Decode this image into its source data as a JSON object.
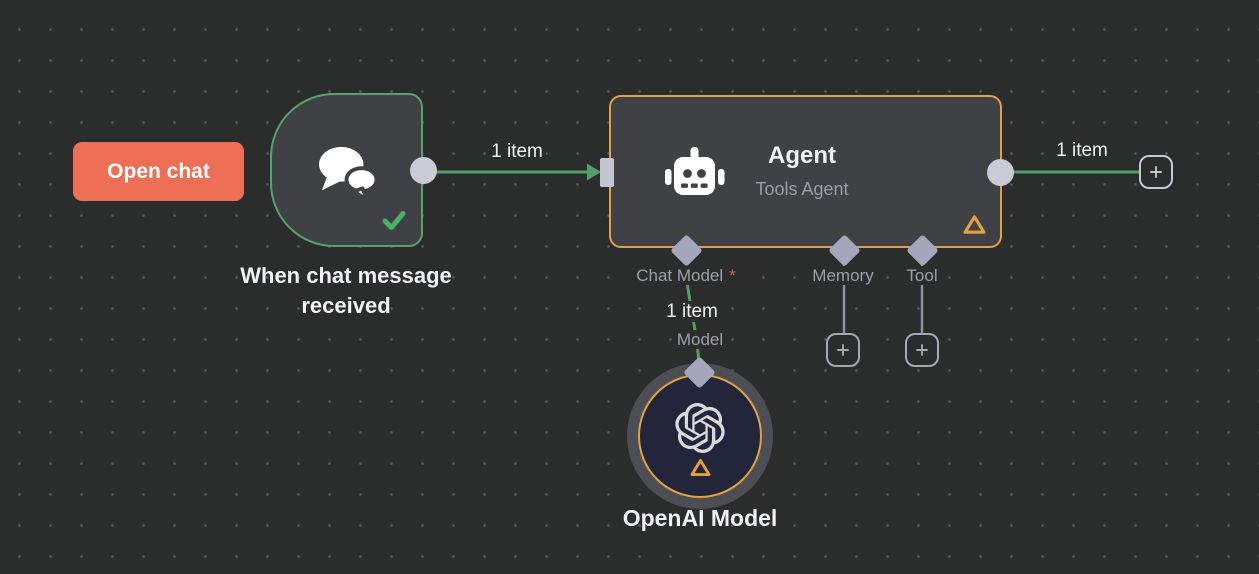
{
  "canvas": {
    "background": "#2b2c2c",
    "dot_color": "#56575a"
  },
  "colors": {
    "node_fill": "#3f4144",
    "trigger_border_green": "#55a46c",
    "connection_green": "#539e68",
    "check_green": "#4cb06a",
    "warning_orange": "#e2a145",
    "open_chat_coral": "#ed6f55",
    "connector_gray": "#c9ccd6",
    "diamond_gray": "#a4a7bc",
    "label_gray": "#9da0a8",
    "text_white": "#f1f2f4",
    "required_red": "#e4564e",
    "openai_node_fill": "#23263a"
  },
  "open_chat_button": {
    "label": "Open chat"
  },
  "trigger_node": {
    "label": "When chat message received",
    "icon": "chat-bubbles-icon",
    "status_icon": "check-icon"
  },
  "agent_node": {
    "title": "Agent",
    "subtitle": "Tools Agent",
    "required_marker": "*",
    "ports": {
      "chat_model": "Chat Model",
      "memory": "Memory",
      "tool": "Tool"
    },
    "warning_icon": "warning-triangle-icon"
  },
  "openai_node": {
    "label": "OpenAI Model",
    "icon": "openai-logo-icon",
    "warning_icon": "warning-triangle-icon"
  },
  "connections": {
    "trigger_to_agent_label": "1 item",
    "agent_output_label": "1 item",
    "model_items_label": "1 item",
    "model_port_label": "Model"
  }
}
